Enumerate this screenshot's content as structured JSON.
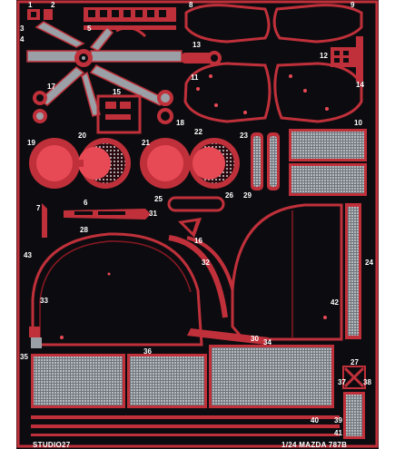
{
  "colors": {
    "frame": "#c0303a",
    "frame_dark": "#8a1822",
    "background": "#0c0c10",
    "mesh": "#9aa0a6",
    "highlight": "#e84a55",
    "text": "#ffffff"
  },
  "labels": {
    "brand": "STUDIO27",
    "scale_model": "1/24  MAZDA 787B"
  },
  "part_numbers": [
    {
      "id": "n1",
      "text": "1"
    },
    {
      "id": "n2",
      "text": "2"
    },
    {
      "id": "n3",
      "text": "3"
    },
    {
      "id": "n4",
      "text": "4"
    },
    {
      "id": "n5",
      "text": "5"
    },
    {
      "id": "n6",
      "text": "6"
    },
    {
      "id": "n7",
      "text": "7"
    },
    {
      "id": "n8",
      "text": "8"
    },
    {
      "id": "n9",
      "text": "9"
    },
    {
      "id": "n10",
      "text": "10"
    },
    {
      "id": "n11",
      "text": "11"
    },
    {
      "id": "n12",
      "text": "12"
    },
    {
      "id": "n13",
      "text": "13"
    },
    {
      "id": "n14",
      "text": "14"
    },
    {
      "id": "n15",
      "text": "15"
    },
    {
      "id": "n16",
      "text": "16"
    },
    {
      "id": "n17",
      "text": "17"
    },
    {
      "id": "n18",
      "text": "18"
    },
    {
      "id": "n19",
      "text": "19"
    },
    {
      "id": "n20",
      "text": "20"
    },
    {
      "id": "n21",
      "text": "21"
    },
    {
      "id": "n22",
      "text": "22"
    },
    {
      "id": "n23",
      "text": "23"
    },
    {
      "id": "n24",
      "text": "24"
    },
    {
      "id": "n25",
      "text": "25"
    },
    {
      "id": "n26",
      "text": "26"
    },
    {
      "id": "n27",
      "text": "27"
    },
    {
      "id": "n28",
      "text": "28"
    },
    {
      "id": "n29",
      "text": "29"
    },
    {
      "id": "n30",
      "text": "30"
    },
    {
      "id": "n31",
      "text": "31"
    },
    {
      "id": "n32",
      "text": "32"
    },
    {
      "id": "n33",
      "text": "33"
    },
    {
      "id": "n34",
      "text": "34"
    },
    {
      "id": "n35",
      "text": "35"
    },
    {
      "id": "n36",
      "text": "36"
    },
    {
      "id": "n37",
      "text": "37"
    },
    {
      "id": "n38",
      "text": "38"
    },
    {
      "id": "n39",
      "text": "39"
    },
    {
      "id": "n40",
      "text": "40"
    },
    {
      "id": "n41",
      "text": "41"
    },
    {
      "id": "n42",
      "text": "42"
    },
    {
      "id": "n43",
      "text": "43"
    }
  ]
}
